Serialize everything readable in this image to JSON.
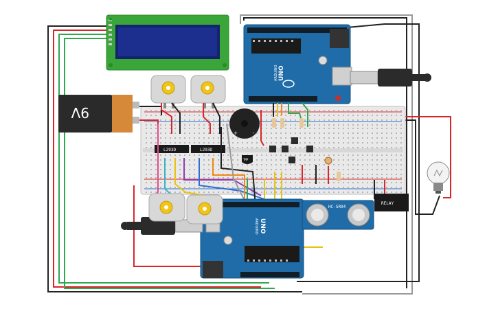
{
  "colors": {
    "board": "#1f6ca8",
    "board_edge": "#14507e",
    "breadboard": "#e9e9e9",
    "lcd_pcb": "#3aa63a",
    "lcd_screen": "#1c2f8f",
    "battery_body": "#2a2a2a",
    "battery_cap": "#d7893a",
    "motor_body": "#d8d8d8",
    "motor_hub": "#f0c419",
    "wire_red": "#d9262b",
    "wire_black": "#222222",
    "wire_green": "#2fa84f",
    "wire_gray": "#9a9a9a",
    "wire_yellow": "#e8c20f",
    "wire_orange": "#ef8a17",
    "wire_purple": "#8b3fb3",
    "wire_blue": "#2f6fd1",
    "wire_pink": "#e24c8a",
    "wire_cyan": "#3bb6c4"
  },
  "components": {
    "battery_label": "9V",
    "chip_1": "L293D",
    "chip_2": "L293D",
    "arduino_top_logo": "UNO",
    "arduino_top_brand": "ARDUINO",
    "arduino_bottom_logo": "UNO",
    "arduino_bottom_brand": "ARDUINO",
    "sensor_label": "HC-SR04",
    "transistor_label": "TMP",
    "relay_label": "RELAY",
    "icons": [
      "lcd-display-icon",
      "battery-icon",
      "dc-motor-icon",
      "buzzer-icon",
      "ultrasonic-sensor-icon",
      "light-bulb-icon",
      "usb-cable-icon"
    ]
  }
}
